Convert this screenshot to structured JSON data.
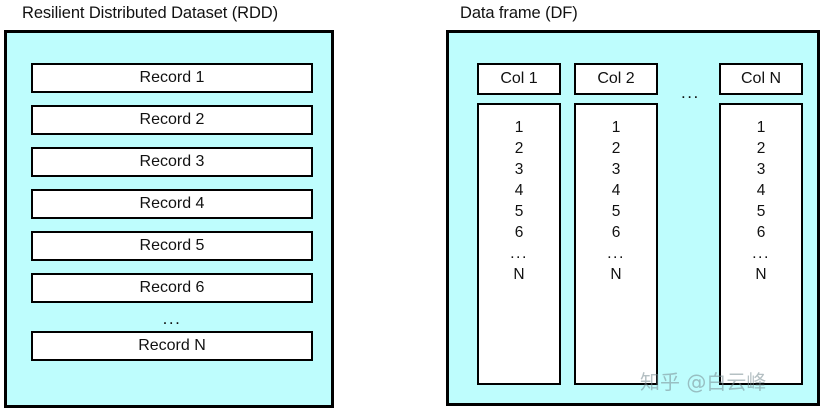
{
  "rdd": {
    "title": "Resilient Distributed Dataset (RDD)",
    "records": [
      "Record 1",
      "Record 2",
      "Record 3",
      "Record 4",
      "Record 5",
      "Record 6"
    ],
    "ellipsis": "...",
    "last_record": "Record N"
  },
  "df": {
    "title": "Data frame (DF)",
    "column_gap_ellipsis": "...",
    "columns": [
      {
        "header": "Col 1",
        "cells": [
          "1",
          "2",
          "3",
          "4",
          "5",
          "6",
          "...",
          "N"
        ]
      },
      {
        "header": "Col 2",
        "cells": [
          "1",
          "2",
          "3",
          "4",
          "5",
          "6",
          "...",
          "N"
        ]
      },
      {
        "header": "Col N",
        "cells": [
          "1",
          "2",
          "3",
          "4",
          "5",
          "6",
          "...",
          "N"
        ]
      }
    ]
  },
  "watermark": {
    "text": "知乎 @白云峰"
  },
  "colors": {
    "panel_fill": "#BEFDFD",
    "box_fill": "#FFFFFF",
    "stroke": "#000000",
    "text": "#111111",
    "page_background": "#FFFFFF"
  }
}
